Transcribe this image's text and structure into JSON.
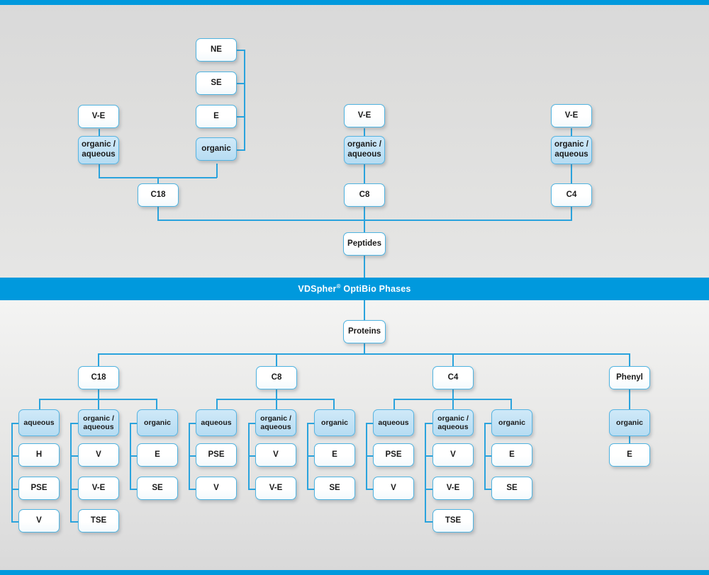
{
  "banner": {
    "brand": "VDSpher",
    "trademark": "®",
    "rest": " OptiBio Phases"
  },
  "colors": {
    "accent": "#0099dd",
    "connector": "#2aa3dd",
    "node_border": "#4fb3e0",
    "node_fill": "#ffffff",
    "node_fill_highlight": "#c2e2f5",
    "background_top": "#d9d9d9",
    "background_bottom": "#f4f4f3",
    "banner_text": "#ffffff"
  },
  "peptides": {
    "root": "Peptides",
    "columns": [
      {
        "phase": "C18",
        "modes": [
          {
            "label_line1": "organic /",
            "label_line2": "aqueous",
            "highlight": true,
            "items": [
              "V-E"
            ]
          },
          {
            "label_line1": "organic",
            "label_line2": "",
            "highlight": true,
            "items": [
              "NE",
              "SE",
              "E"
            ]
          }
        ]
      },
      {
        "phase": "C8",
        "modes": [
          {
            "label_line1": "organic /",
            "label_line2": "aqueous",
            "highlight": true,
            "items": [
              "V-E"
            ]
          }
        ]
      },
      {
        "phase": "C4",
        "modes": [
          {
            "label_line1": "organic /",
            "label_line2": "aqueous",
            "highlight": true,
            "items": [
              "V-E"
            ]
          }
        ]
      }
    ]
  },
  "proteins": {
    "root": "Proteins",
    "columns": [
      {
        "phase": "C18",
        "modes": [
          {
            "label_line1": "aqueous",
            "label_line2": "",
            "highlight": true,
            "items": [
              "H",
              "PSE",
              "V"
            ]
          },
          {
            "label_line1": "organic /",
            "label_line2": "aqueous",
            "highlight": true,
            "items": [
              "V",
              "V-E",
              "TSE"
            ]
          },
          {
            "label_line1": "organic",
            "label_line2": "",
            "highlight": true,
            "items": [
              "E",
              "SE"
            ]
          }
        ]
      },
      {
        "phase": "C8",
        "modes": [
          {
            "label_line1": "aqueous",
            "label_line2": "",
            "highlight": true,
            "items": [
              "PSE",
              "V"
            ]
          },
          {
            "label_line1": "organic /",
            "label_line2": "aqueous",
            "highlight": true,
            "items": [
              "V",
              "V-E"
            ]
          },
          {
            "label_line1": "organic",
            "label_line2": "",
            "highlight": true,
            "items": [
              "E",
              "SE"
            ]
          }
        ]
      },
      {
        "phase": "C4",
        "modes": [
          {
            "label_line1": "aqueous",
            "label_line2": "",
            "highlight": true,
            "items": [
              "PSE",
              "V"
            ]
          },
          {
            "label_line1": "organic /",
            "label_line2": "aqueous",
            "highlight": true,
            "items": [
              "V",
              "V-E",
              "TSE"
            ]
          },
          {
            "label_line1": "organic",
            "label_line2": "",
            "highlight": true,
            "items": [
              "E",
              "SE"
            ]
          }
        ]
      },
      {
        "phase": "Phenyl",
        "modes": [
          {
            "label_line1": "organic",
            "label_line2": "",
            "highlight": true,
            "items": [
              "E"
            ]
          }
        ]
      }
    ]
  },
  "nodes": {
    "top_ne": "NE",
    "top_se": "SE",
    "top_e": "E",
    "top_organic": "organic",
    "c18_ve": "V-E",
    "c18_oa_1": "organic /",
    "c18_oa_2": "aqueous",
    "c18": "C18",
    "c8_ve": "V-E",
    "c8_oa_1": "organic /",
    "c8_oa_2": "aqueous",
    "c8": "C8",
    "c4_ve": "V-E",
    "c4_oa_1": "organic /",
    "c4_oa_2": "aqueous",
    "c4": "C4",
    "peptides": "Peptides",
    "proteins": "Proteins",
    "p_c18": "C18",
    "p_c8": "C8",
    "p_c4": "C4",
    "p_phenyl": "Phenyl",
    "aq": "aqueous",
    "oa_1": "organic /",
    "oa_2": "aqueous",
    "org": "organic",
    "h": "H",
    "pse": "PSE",
    "v": "V",
    "ve": "V-E",
    "tse": "TSE",
    "e": "E",
    "se": "SE"
  }
}
